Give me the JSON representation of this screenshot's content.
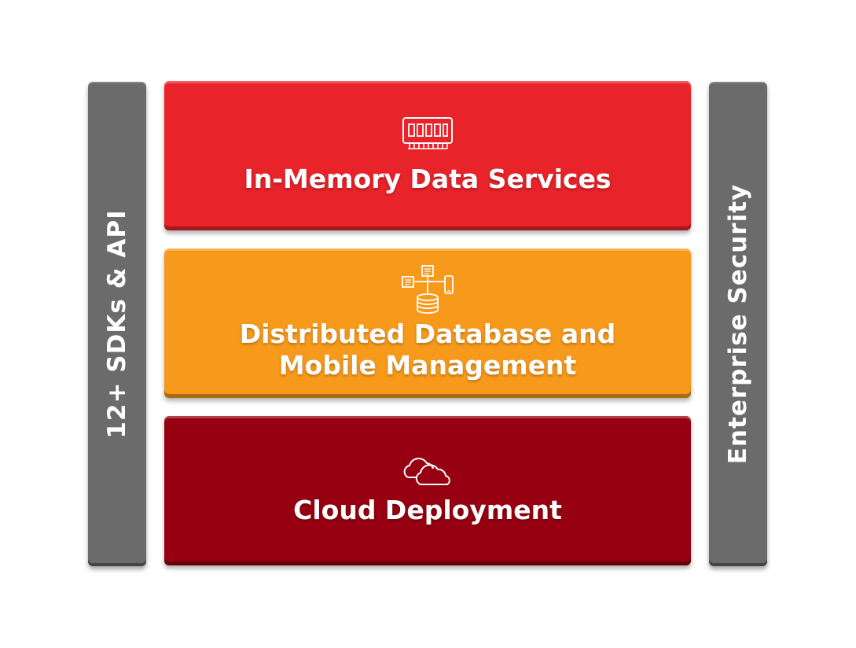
{
  "diagram": {
    "left_pillar": {
      "label": "12+ SDKs & API",
      "color": "#6b6b6b"
    },
    "right_pillar": {
      "label": "Enterprise Security",
      "color": "#6b6b6b"
    },
    "layers": [
      {
        "title": "In-Memory Data Services",
        "icon": "memory-chip-icon",
        "color": "#e8232a"
      },
      {
        "title_line1": "Distributed Database and",
        "title_line2": "Mobile Management",
        "icon": "database-mobile-icon",
        "color": "#f7991b"
      },
      {
        "title": "Cloud Deployment",
        "icon": "cloud-icon",
        "color": "#960010"
      }
    ]
  }
}
